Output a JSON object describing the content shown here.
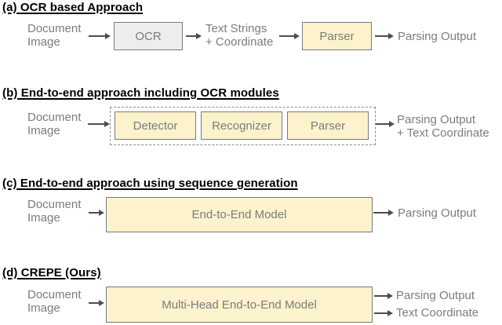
{
  "colors": {
    "title_text": "#000000",
    "label_text": "#7C7C7C",
    "module_fill_yellow": "#FCF2CC",
    "module_fill_gray": "#EDEDED",
    "module_border": "#7A7A7A",
    "dashed_border": "#8C8C8C",
    "arrow": "#4D4D4D",
    "background": "#FFFFFF"
  },
  "section_a": {
    "title": "(a) OCR based Approach",
    "input_line1": "Document",
    "input_line2": "Image",
    "ocr_box_label": "OCR",
    "mid_line1": "Text Strings",
    "mid_line2": "+ Coordinate",
    "parser_box_label": "Parser",
    "output_label": "Parsing Output"
  },
  "section_b": {
    "title": "(b) End-to-end approach including OCR modules",
    "input_line1": "Document",
    "input_line2": "Image",
    "detector_box_label": "Detector",
    "recognizer_box_label": "Recognizer",
    "parser_box_label": "Parser",
    "output_line1": "Parsing Output",
    "output_line2": "+ Text Coordinate"
  },
  "section_c": {
    "title": "(c) End-to-end approach using sequence generation",
    "input_line1": "Document",
    "input_line2": "Image",
    "model_box_label": "End-to-End Model",
    "output_label": "Parsing Output"
  },
  "section_d": {
    "title": "(d) CREPE (Ours)",
    "input_line1": "Document",
    "input_line2": "Image",
    "model_box_label": "Multi-Head End-to-End Model",
    "output_label1": "Parsing Output",
    "output_label2": "Text Coordinate"
  }
}
